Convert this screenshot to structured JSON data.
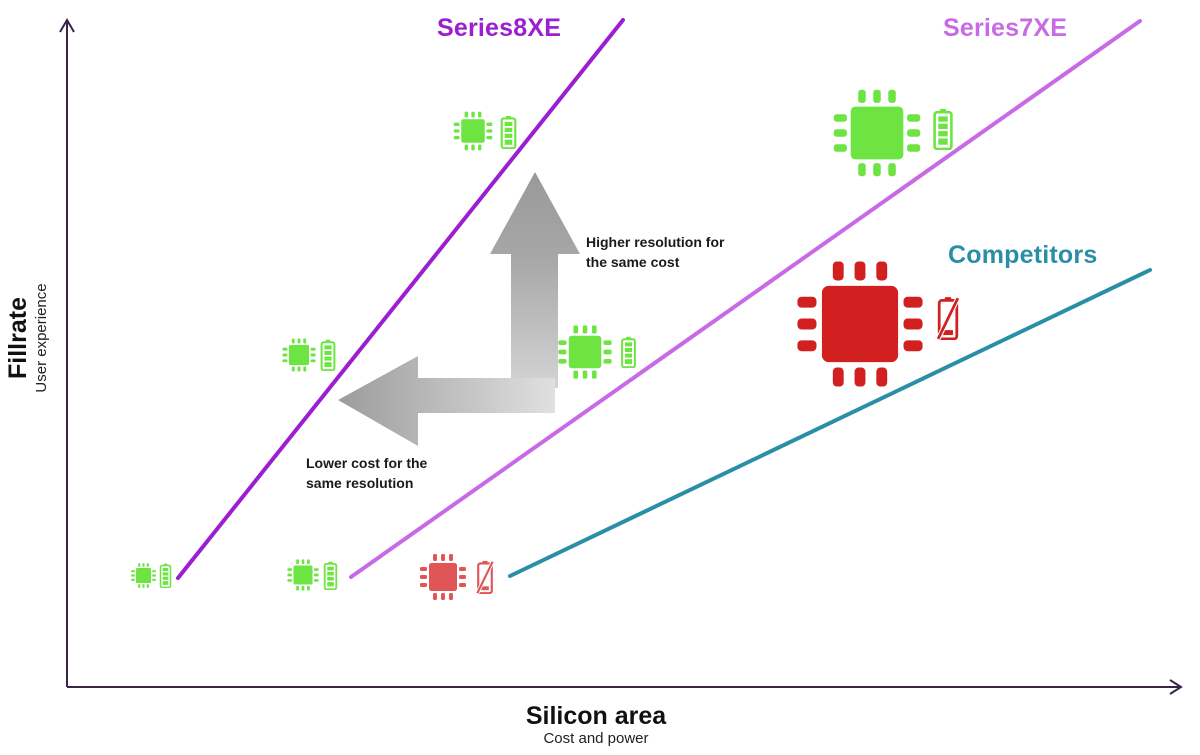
{
  "axes": {
    "x_title": "Silicon area",
    "x_subtitle": "Cost and power",
    "y_title": "Fillrate",
    "y_subtitle": "User experience"
  },
  "series": {
    "s8": {
      "label": "Series8XE",
      "color": "#9b1fd1"
    },
    "s7": {
      "label": "Series7XE",
      "color": "#c86ae6"
    },
    "comp": {
      "label": "Competitors",
      "color": "#2a8fa6"
    }
  },
  "notes": {
    "higher_resolution": "Higher resolution for the same cost",
    "lower_cost": "Lower cost for the same resolution"
  },
  "colors": {
    "chip_good": "#6ee443",
    "chip_bad": "#d21f1f",
    "chip_bad_small": "#e05555",
    "axis": "#3a2448"
  },
  "icons": {
    "good_chip": "chip-icon",
    "battery": "battery-icon",
    "bad_battery": "battery-crossed-icon"
  }
}
